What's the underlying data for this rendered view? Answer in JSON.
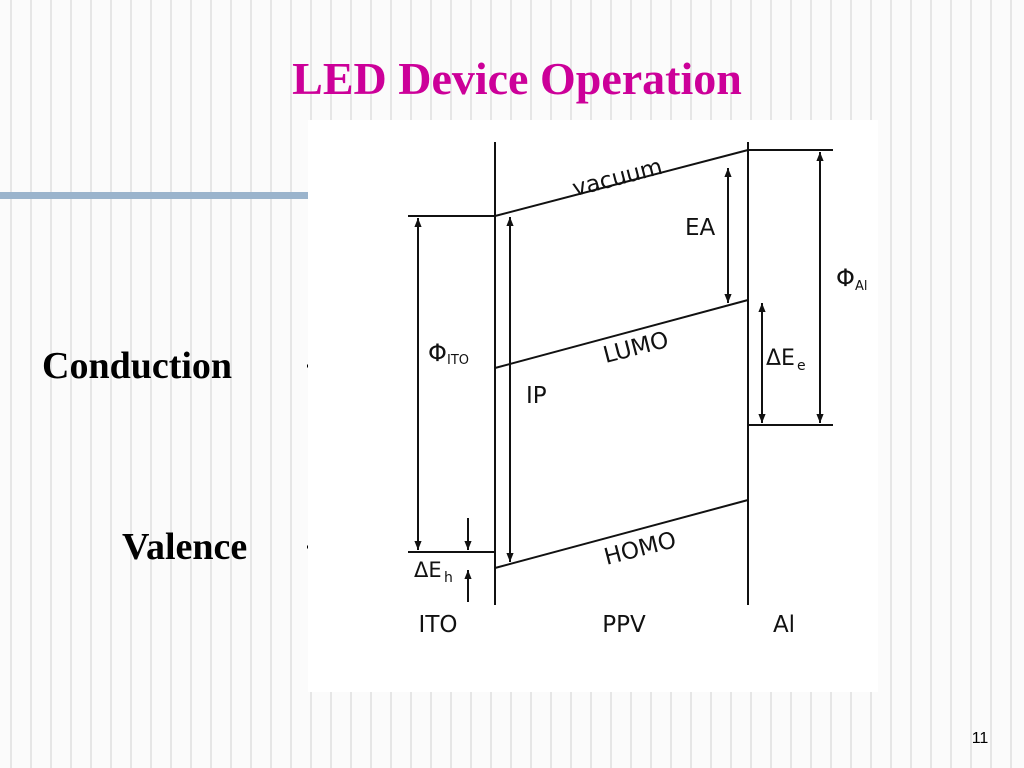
{
  "slide": {
    "title": "LED Device Operation",
    "page_number": "11",
    "colors": {
      "title": "#cc0099",
      "rule": "#9bb4cc"
    }
  },
  "labels": {
    "conduction": "Conduction",
    "valence": "Valence"
  },
  "diagram": {
    "vacuum": "vacuum",
    "ea": "EA",
    "lumo": "LUMO",
    "homo": "HOMO",
    "ip": "IP",
    "phi_ito": {
      "symbol": "Φ",
      "subscript": "ITO"
    },
    "phi_al": {
      "symbol": "Φ",
      "subscript": "Al"
    },
    "delta_e_e": {
      "symbol": "ΔE",
      "subscript": "e"
    },
    "delta_e_h": {
      "symbol": "ΔE",
      "subscript": "h"
    },
    "ito": "ITO",
    "ppv": "PPV",
    "al": "Al"
  }
}
